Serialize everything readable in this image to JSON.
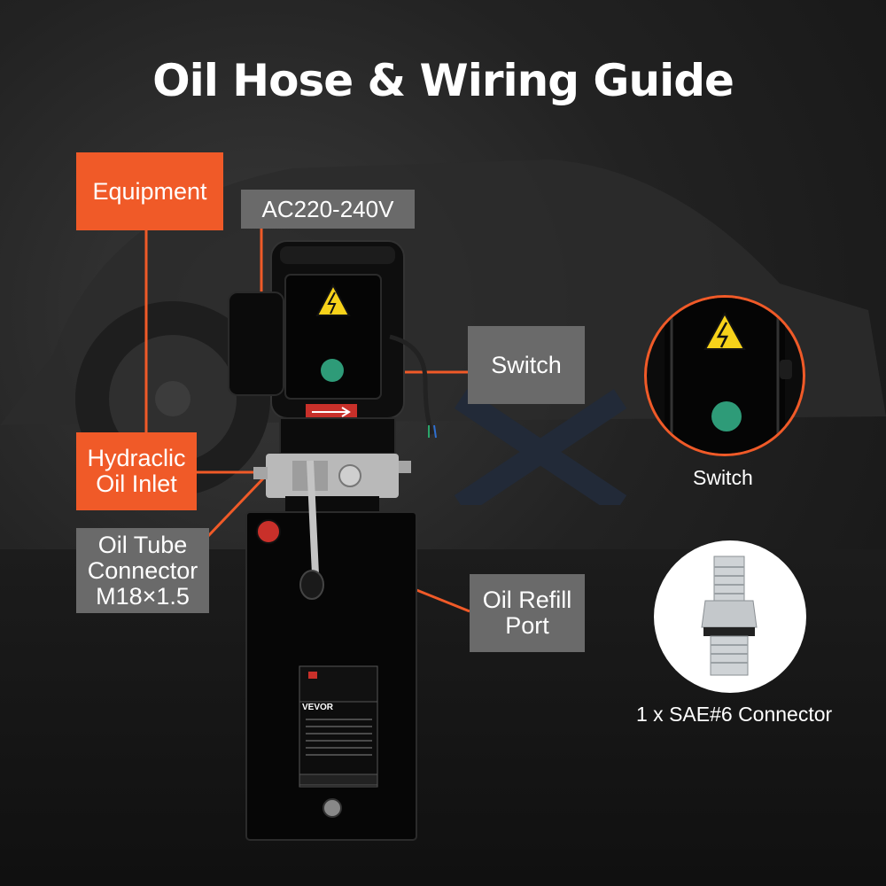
{
  "title": "Oil Hose & Wiring Guide",
  "labels": {
    "equipment": "Equipment",
    "voltage": "AC220-240V",
    "switch": "Switch",
    "hydraulic_line1": "Hydraclic",
    "hydraulic_line2": "Oil Inlet",
    "tube_line1": "Oil Tube",
    "tube_line2": "Connector",
    "tube_line3": "M18×1.5",
    "refill_line1": "Oil Refill",
    "refill_line2": "Port"
  },
  "captions": {
    "switch": "Switch",
    "connector": "1 x SAE#6 Connector"
  },
  "product": {
    "brand": "VEVOR"
  },
  "colors": {
    "accent": "#f05a28",
    "label_gray": "#6a6a6a",
    "switch_green": "#2e9b78"
  }
}
